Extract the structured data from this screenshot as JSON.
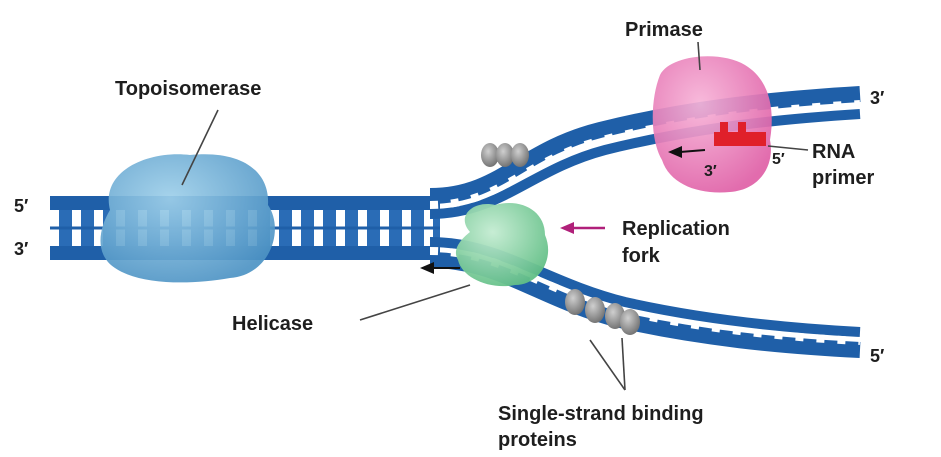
{
  "labels": {
    "topoisomerase": "Topoisomerase",
    "primase": "Primase",
    "rna_primer_line1": "RNA",
    "rna_primer_line2": "primer",
    "replication_fork_line1": "Replication",
    "replication_fork_line2": "fork",
    "helicase": "Helicase",
    "ssb_line1": "Single-strand binding",
    "ssb_line2": "proteins"
  },
  "strand_ends": {
    "left_top": "5′",
    "left_bottom": "3′",
    "right_top": "3′",
    "right_bottom": "5′",
    "primer_left": "3′",
    "primer_right": "5′"
  },
  "colors": {
    "dna_strand": "#1f5fa8",
    "dna_strand_light": "#3b84cf",
    "topoisomerase": "#5fa6d0",
    "primase": "#e86fb0",
    "helicase": "#7fcf9e",
    "rna_primer": "#e0202a",
    "ssb": "#8a8a8a",
    "fork_arrow": "#b0207a",
    "text": "#1e1e1e"
  }
}
